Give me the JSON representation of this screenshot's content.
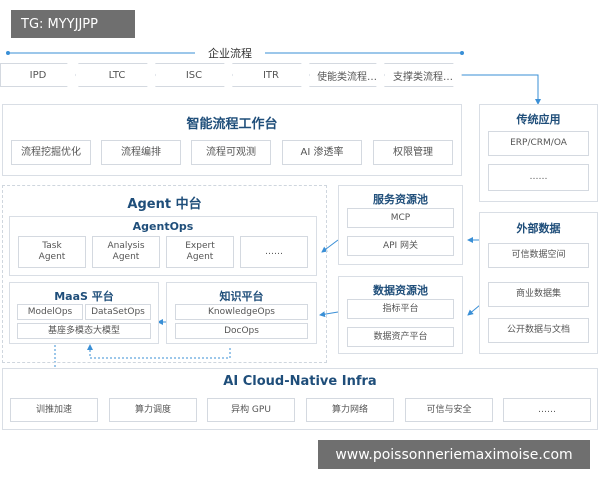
{
  "tag_label": "TG: MYYJJPP",
  "watermark": "www.poissonneriemaximoise.com",
  "enterprise_process": {
    "title": "企业流程",
    "steps": [
      "IPD",
      "LTC",
      "ISC",
      "ITR",
      "使能类流程…",
      "支撑类流程…"
    ]
  },
  "workbench": {
    "title": "智能流程工作台",
    "items": [
      "流程挖掘优化",
      "流程编排",
      "流程可观测",
      "AI 渗透率",
      "权限管理"
    ]
  },
  "traditional_apps": {
    "title": "传统应用",
    "items": [
      "ERP/CRM/OA",
      "……"
    ]
  },
  "agent_platform": {
    "title": "Agent 中台",
    "agentops": {
      "title": "AgentOps",
      "items": [
        "Task\nAgent",
        "Analysis\nAgent",
        "Expert\nAgent",
        "……"
      ]
    },
    "maas": {
      "title": "MaaS 平台",
      "items": [
        "ModelOps",
        "DataSetOps",
        "基座多模态大模型"
      ]
    },
    "knowledge": {
      "title": "知识平台",
      "items": [
        "KnowledgeOps",
        "DocOps"
      ]
    }
  },
  "service_pool": {
    "title": "服务资源池",
    "items": [
      "MCP",
      "API 网关"
    ]
  },
  "data_pool": {
    "title": "数据资源池",
    "items": [
      "指标平台",
      "数据资产平台"
    ]
  },
  "external_data": {
    "title": "外部数据",
    "items": [
      "可信数据空间",
      "商业数据集",
      "公开数据与文档"
    ]
  },
  "infra": {
    "title": "AI Cloud-Native Infra",
    "items": [
      "训推加速",
      "算力调度",
      "异构 GPU",
      "算力网络",
      "可信与安全",
      "……"
    ]
  },
  "colors": {
    "accent": "#1f4e7a",
    "line": "#3a8fd6",
    "border": "#d4d9e0",
    "tag_bg": "#6f6f6f"
  }
}
